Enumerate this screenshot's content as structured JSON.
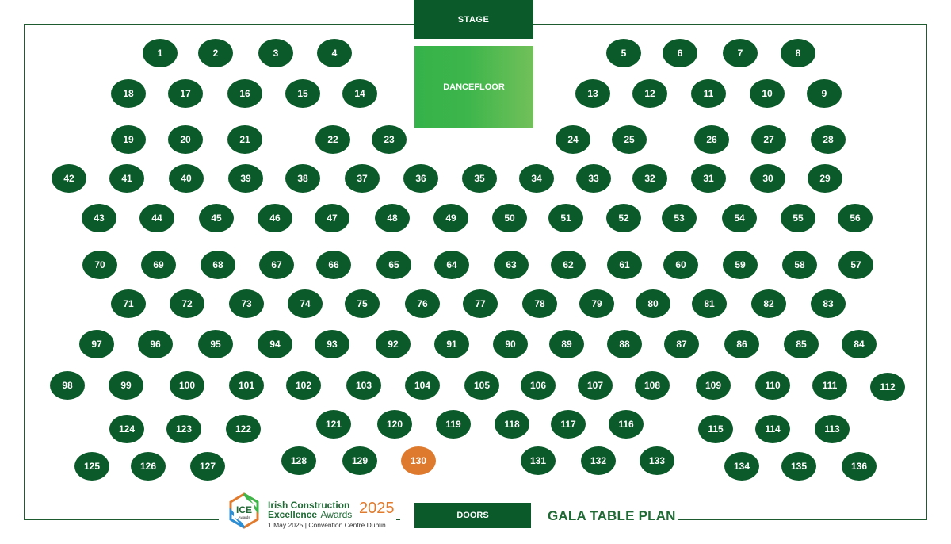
{
  "stage_label": "STAGE",
  "dancefloor_label": "DANCEFLOOR",
  "doors_label": "DOORS",
  "plan_title": "GALA TABLE PLAN",
  "colors": {
    "table": "#0b5a2a",
    "highlight": "#de7a2e",
    "dancefloor": "#3db64b",
    "border": "#1e5b2e"
  },
  "highlighted_table": "130",
  "logo": {
    "badge_text": "ICE",
    "badge_subtext": "Awards",
    "line1": "Irish Construction",
    "line2_bold": "Excellence",
    "line2_rest": "Awards",
    "year": "2025",
    "date_line": "1 May 2025 | Convention Centre Dublin"
  },
  "tables": [
    "1",
    "2",
    "3",
    "4",
    "5",
    "6",
    "7",
    "8",
    "9",
    "10",
    "11",
    "12",
    "13",
    "14",
    "15",
    "16",
    "17",
    "18",
    "19",
    "20",
    "21",
    "22",
    "23",
    "24",
    "25",
    "26",
    "27",
    "28",
    "29",
    "30",
    "31",
    "32",
    "33",
    "34",
    "35",
    "36",
    "37",
    "38",
    "39",
    "40",
    "41",
    "42",
    "43",
    "44",
    "45",
    "46",
    "47",
    "48",
    "49",
    "50",
    "51",
    "52",
    "53",
    "54",
    "55",
    "56",
    "57",
    "58",
    "59",
    "60",
    "61",
    "62",
    "63",
    "64",
    "65",
    "66",
    "67",
    "68",
    "69",
    "70",
    "71",
    "72",
    "73",
    "74",
    "75",
    "76",
    "77",
    "78",
    "79",
    "80",
    "81",
    "82",
    "83",
    "84",
    "85",
    "86",
    "87",
    "88",
    "89",
    "90",
    "91",
    "92",
    "93",
    "94",
    "95",
    "96",
    "97",
    "98",
    "99",
    "100",
    "101",
    "102",
    "103",
    "104",
    "105",
    "106",
    "107",
    "108",
    "109",
    "110",
    "111",
    "112",
    "113",
    "114",
    "115",
    "116",
    "117",
    "118",
    "119",
    "120",
    "121",
    "122",
    "123",
    "124",
    "125",
    "126",
    "127",
    "128",
    "129",
    "130",
    "131",
    "132",
    "133",
    "134",
    "135",
    "136"
  ]
}
